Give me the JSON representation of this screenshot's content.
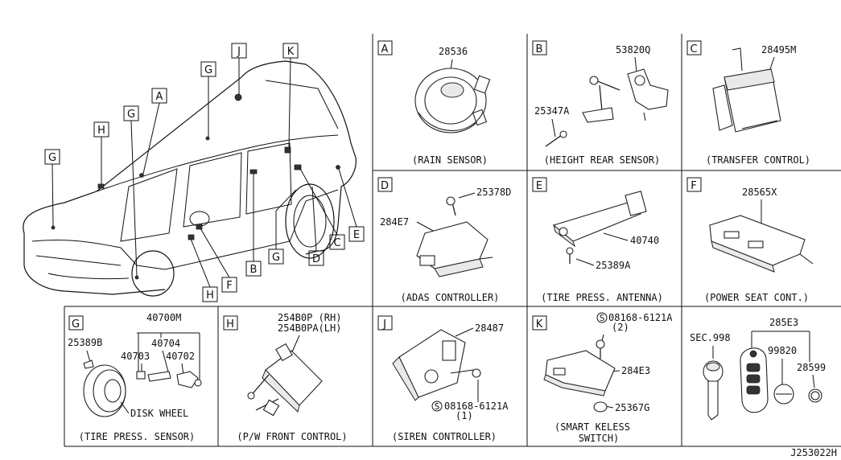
{
  "callouts": [
    "J",
    "G",
    "K",
    "A",
    "G",
    "H",
    "G",
    "E",
    "C",
    "D",
    "G",
    "B",
    "F",
    "H"
  ],
  "panels": [
    {
      "letter": "A",
      "parts": [
        "28536"
      ],
      "caption": "(RAIN SENSOR)"
    },
    {
      "letter": "B",
      "parts": [
        "53820Q",
        "25347A"
      ],
      "caption": "(HEIGHT REAR SENSOR)"
    },
    {
      "letter": "C",
      "parts": [
        "28495M"
      ],
      "caption": "(TRANSFER CONTROL)"
    },
    {
      "letter": "D",
      "parts": [
        "25378D",
        "284E7"
      ],
      "caption": "(ADAS CONTROLLER)"
    },
    {
      "letter": "E",
      "parts": [
        "40740",
        "25389A"
      ],
      "caption": "(TIRE PRESS. ANTENNA)"
    },
    {
      "letter": "F",
      "parts": [
        "28565X"
      ],
      "caption": "(POWER SEAT CONT.)"
    },
    {
      "letter": "G",
      "parts": [
        "40700M",
        "25389B",
        "40704",
        "40703",
        "40702",
        "DISK WHEEL"
      ],
      "caption": "(TIRE PRESS. SENSOR)"
    },
    {
      "letter": "H",
      "parts": [
        "254B0P (RH)",
        "254B0PA(LH)"
      ],
      "caption": "(P/W FRONT CONTROL)"
    },
    {
      "letter": "J",
      "parts": [
        "28487",
        "08168-6121A",
        "(1)"
      ],
      "caption": "(SIREN CONTROLLER)"
    },
    {
      "letter": "K",
      "parts": [
        "08168-6121A",
        "(2)",
        "284E3",
        "25367G"
      ],
      "caption_lines": [
        "(SMART KELESS",
        "SWITCH)"
      ]
    },
    {
      "letter": "",
      "parts": [
        "SEC.998",
        "285E3",
        "99820",
        "28599"
      ],
      "caption": ""
    }
  ],
  "bolt_symbol": "S",
  "diagram_id": "J253022H"
}
